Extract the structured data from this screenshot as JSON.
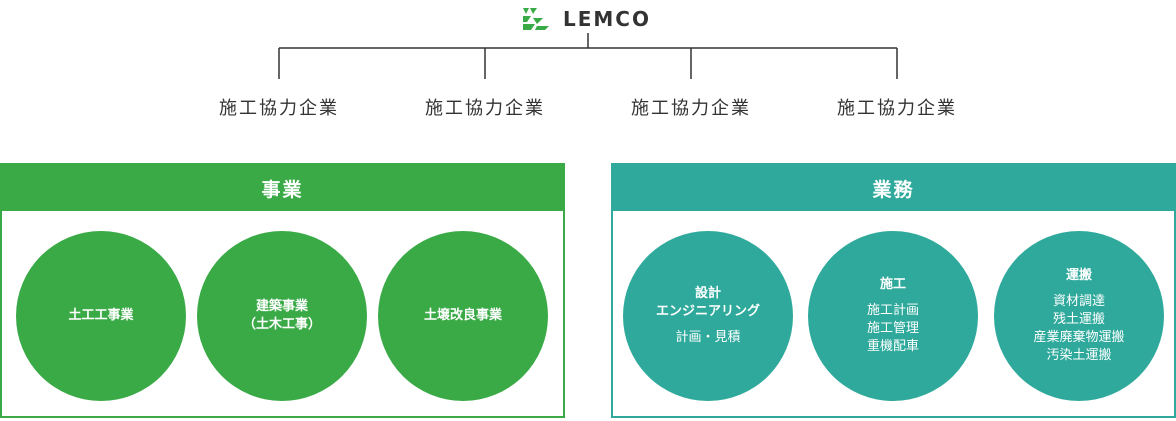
{
  "logo": {
    "text": "LEMCO",
    "mark_icon": "lemco-logo-mark",
    "brand_color": "#3aaa47"
  },
  "partners": [
    "施工協力企業",
    "施工協力企業",
    "施工協力企業",
    "施工協力企業"
  ],
  "business": {
    "title": "事業",
    "color": "#3aaa47",
    "circles": [
      {
        "lines": [
          "土工工事業"
        ]
      },
      {
        "lines": [
          "建築事業",
          "（土木工事）"
        ]
      },
      {
        "lines": [
          "土壌改良事業"
        ]
      }
    ]
  },
  "services": {
    "title": "業務",
    "color": "#2ea99b",
    "circles": [
      {
        "title_lines": [
          "設計",
          "エンジニアリング"
        ],
        "items": [
          "計画・見積"
        ]
      },
      {
        "title_lines": [
          "施工"
        ],
        "items": [
          "施工計画",
          "施工管理",
          "重機配車"
        ]
      },
      {
        "title_lines": [
          "運搬"
        ],
        "items": [
          "資材調達",
          "残土運搬",
          "産業廃棄物運搬",
          "汚染土運搬"
        ]
      }
    ]
  }
}
